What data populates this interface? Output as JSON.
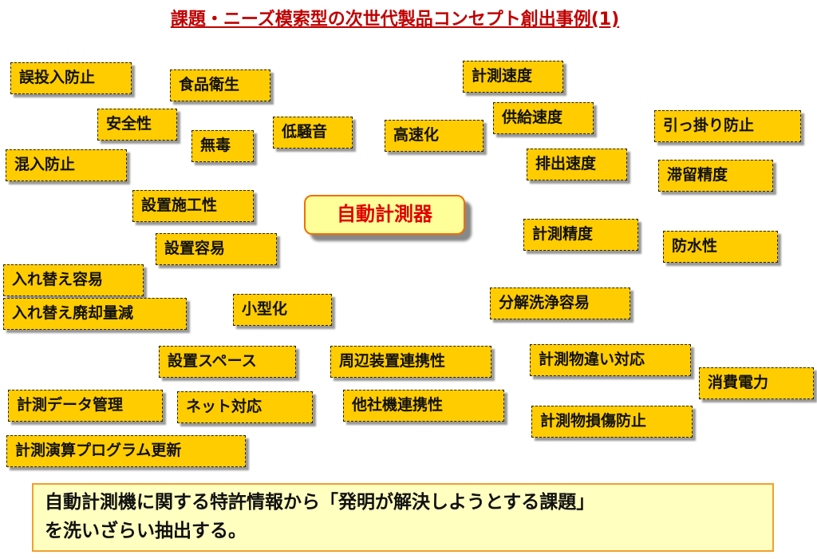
{
  "title": "課題・ニーズ模索型の次世代製品コンセプト創出事例(1)",
  "center": "自動計測器",
  "items": [
    "誤投入防止",
    "食品衛生",
    "安全性",
    "無毒",
    "低騒音",
    "混入防止",
    "設置施工性",
    "高速化",
    "計測速度",
    "供給速度",
    "引っ掛り防止",
    "排出速度",
    "滞留精度",
    "計測精度",
    "防水性",
    "設置容易",
    "入れ替え容易",
    "入れ替え廃却量減",
    "小型化",
    "分解洗浄容易",
    "設置スペース",
    "周辺装置連携性",
    "計測物違い対応",
    "消費電力",
    "計測データ管理",
    "ネット対応",
    "他社機連携性",
    "計測物損傷防止",
    "計測演算プログラム更新"
  ],
  "note": [
    "自動計測機に関する特許情報から「発明が解決しようとする課題」",
    "を洗いざらい抽出する。"
  ],
  "colors": {
    "box": "#FFCC00",
    "title": "#C00000",
    "center_text": "#E00000"
  }
}
